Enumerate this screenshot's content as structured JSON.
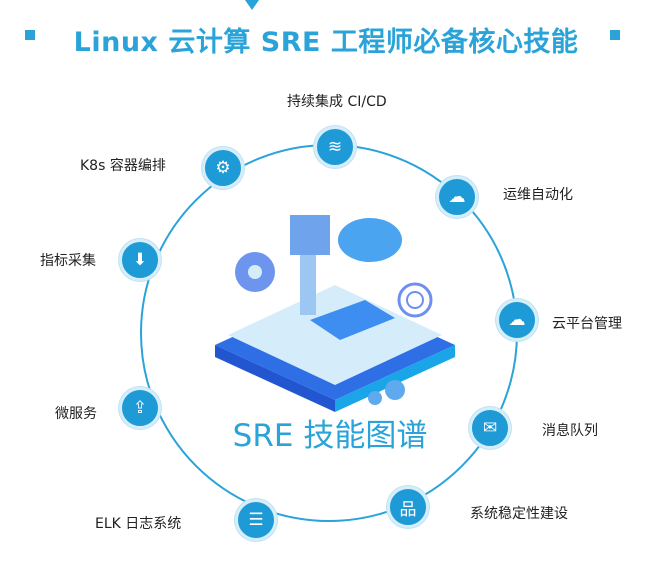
{
  "header": {
    "title": "Linux 云计算 SRE 工程师必备核心技能"
  },
  "center": {
    "label": "SRE 技能图谱"
  },
  "nodes": [
    {
      "label": "持续集成 CI/CD",
      "icon": "layers-icon",
      "glyph": "≋"
    },
    {
      "label": "K8s 容器编排",
      "icon": "gear-icon",
      "glyph": "⚙"
    },
    {
      "label": "运维自动化",
      "icon": "cloud-sync-icon",
      "glyph": "☁"
    },
    {
      "label": "指标采集",
      "icon": "box-download-icon",
      "glyph": "⬇"
    },
    {
      "label": "云平台管理",
      "icon": "cloud-network-icon",
      "glyph": "☁"
    },
    {
      "label": "微服务",
      "icon": "app-share-icon",
      "glyph": "⇪"
    },
    {
      "label": "消息队列",
      "icon": "cloud-message-icon",
      "glyph": "✉"
    },
    {
      "label": "系统稳定性建设",
      "icon": "hierarchy-icon",
      "glyph": "品"
    },
    {
      "label": "ELK 日志系统",
      "icon": "document-list-icon",
      "glyph": "☰"
    }
  ],
  "colors": {
    "accent": "#2aa3d9",
    "node": "#1e9ad6"
  }
}
